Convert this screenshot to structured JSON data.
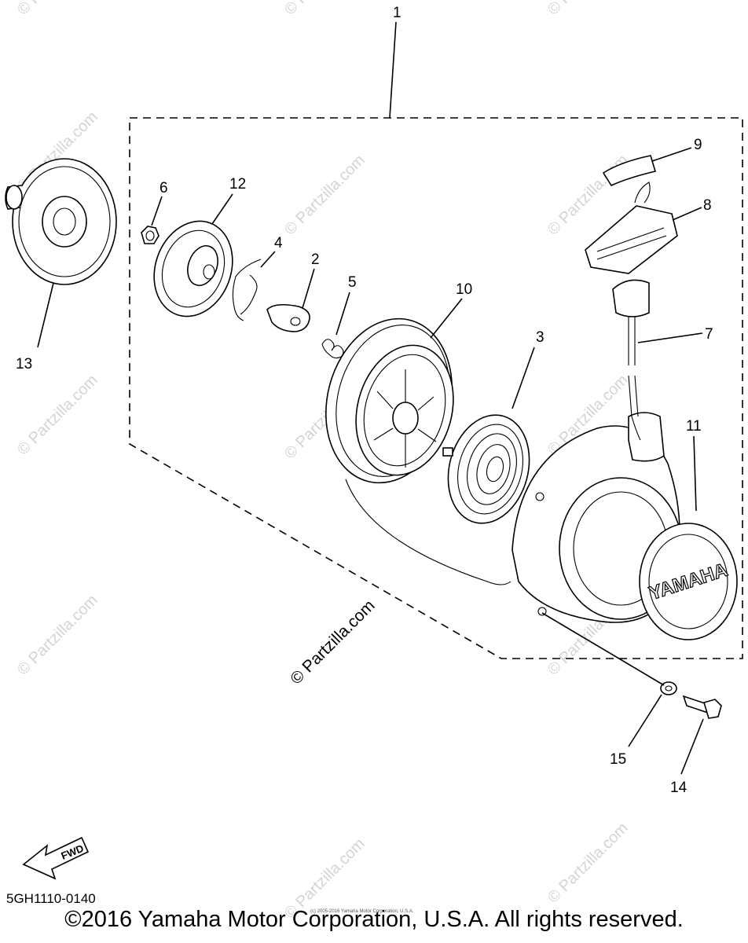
{
  "diagram": {
    "callouts": [
      "1",
      "2",
      "3",
      "4",
      "5",
      "6",
      "7",
      "8",
      "9",
      "10",
      "11",
      "12",
      "13",
      "14",
      "15"
    ],
    "emblem_text": "YAMAHA",
    "fwd_label": "FWD",
    "watermark_text": "© Partzilla.com",
    "watermark_center_text": "© Partzilla.com"
  },
  "footer": {
    "drawing_code": "5GH1110-0140",
    "tiny_credit": "(c) 2005-2016 Yamaha Motor Corporation, U.S.A.",
    "copyright": "©2016 Yamaha Motor Corporation, U.S.A. All rights reserved."
  },
  "colors": {
    "line": "#000000",
    "watermark": "#d4d4d4",
    "background": "#ffffff"
  }
}
